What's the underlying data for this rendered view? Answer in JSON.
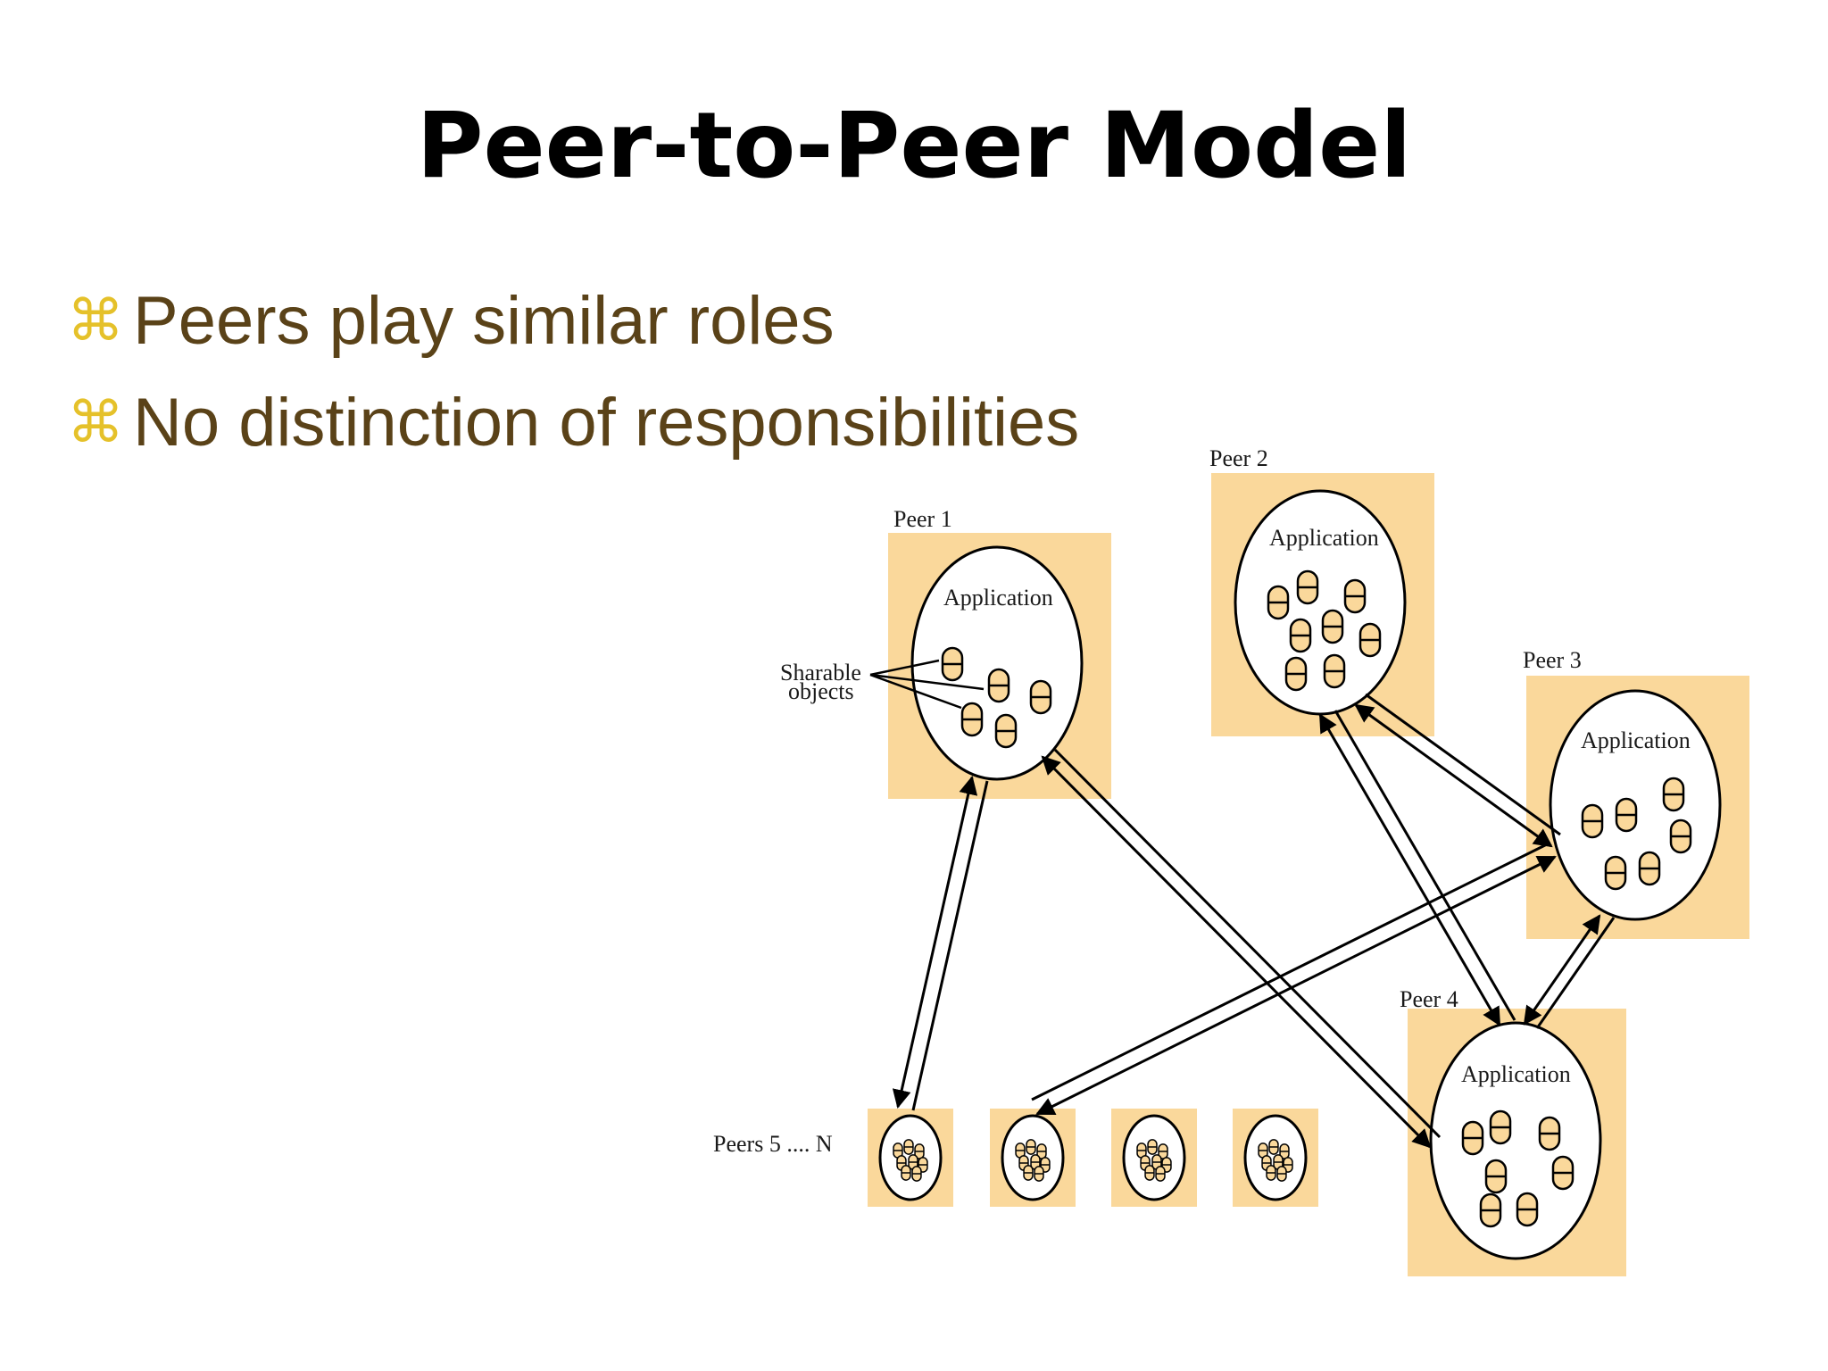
{
  "title": "Peer-to-Peer Model",
  "bullets": [
    {
      "mark": "⌘",
      "text": "Peers play similar roles"
    },
    {
      "mark": "⌘",
      "text": "No distinction of responsibilities"
    }
  ],
  "diagram": {
    "peer1_label": "Peer 1",
    "peer2_label": "Peer 2",
    "peer3_label": "Peer 3",
    "peer4_label": "Peer 4",
    "peers_n_label": "Peers 5 .... N",
    "application_label": "Application",
    "sharable_label_line1": "Sharable",
    "sharable_label_line2": "objects"
  },
  "colors": {
    "peer_fill": "#fad89b",
    "bullet_mark": "#e5c12a",
    "bullet_text": "#5a4218",
    "object_fill": "#fad89b"
  }
}
